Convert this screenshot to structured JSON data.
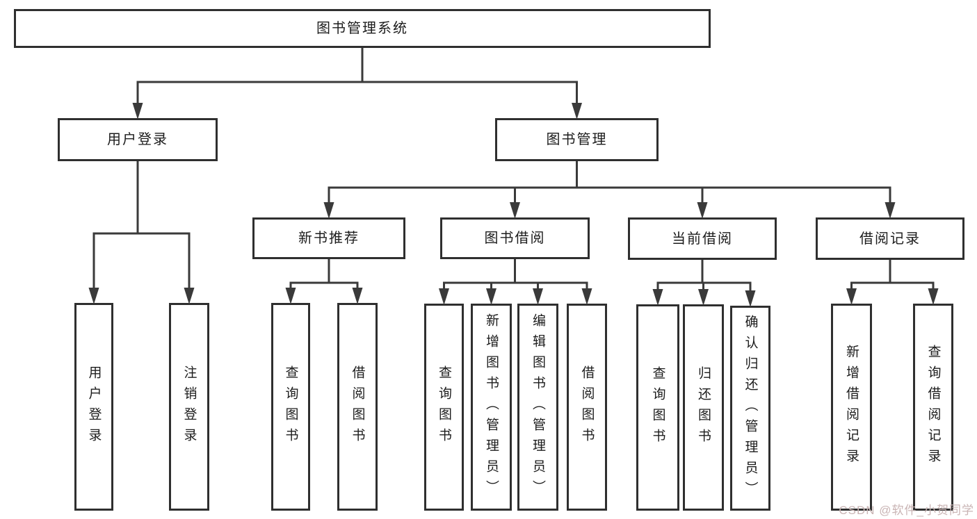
{
  "diagram": {
    "title": "图书管理系统",
    "colors": {
      "box_border": "#2f2f2f",
      "connector_line": "#3a3a3a",
      "text": "#1c1c1c",
      "watermark": "#c9b4b4"
    },
    "watermark": "CSDN @软件_小贺同学",
    "tree": {
      "id": "root",
      "label": "图书管理系统",
      "children": [
        {
          "id": "user-login",
          "label": "用户登录",
          "children": [
            {
              "id": "user-login-leaf",
              "label": "用户登录",
              "children": []
            },
            {
              "id": "logout-leaf",
              "label": "注销登录",
              "children": []
            }
          ]
        },
        {
          "id": "book-mgmt",
          "label": "图书管理",
          "children": [
            {
              "id": "new-book-rec",
              "label": "新书推荐",
              "children": [
                {
                  "id": "query-books-1",
                  "label": "查询图书",
                  "children": []
                },
                {
                  "id": "borrow-books-1",
                  "label": "借阅图书",
                  "children": []
                }
              ]
            },
            {
              "id": "book-borrow",
              "label": "图书借阅",
              "children": [
                {
                  "id": "query-books-2",
                  "label": "查询图书",
                  "children": []
                },
                {
                  "id": "add-book",
                  "label": "新增图书（管理员）",
                  "children": []
                },
                {
                  "id": "edit-book",
                  "label": "编辑图书（管理员）",
                  "children": []
                },
                {
                  "id": "borrow-books-2",
                  "label": "借阅图书",
                  "children": []
                }
              ]
            },
            {
              "id": "current-borrow",
              "label": "当前借阅",
              "children": [
                {
                  "id": "query-books-3",
                  "label": "查询图书",
                  "children": []
                },
                {
                  "id": "return-book",
                  "label": "归还图书",
                  "children": []
                },
                {
                  "id": "confirm-return",
                  "label": "确认归还（管理员）",
                  "children": []
                }
              ]
            },
            {
              "id": "borrow-records",
              "label": "借阅记录",
              "children": [
                {
                  "id": "add-borrow-record",
                  "label": "新增借阅记录",
                  "children": []
                },
                {
                  "id": "query-borrow-record",
                  "label": "查询借阅记录",
                  "children": []
                }
              ]
            }
          ]
        }
      ]
    }
  }
}
